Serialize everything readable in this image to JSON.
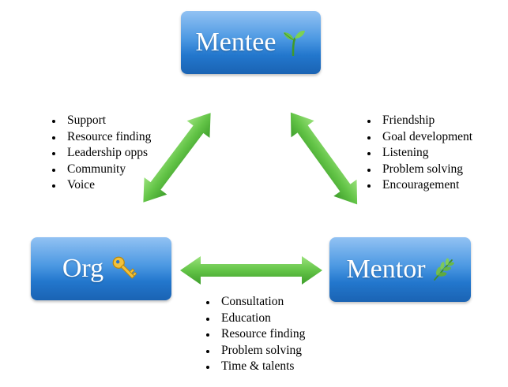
{
  "nodes": {
    "mentee": {
      "label": "Mentee",
      "icon": "seedling-icon"
    },
    "org": {
      "label": "Org",
      "icon": "key-icon"
    },
    "mentor": {
      "label": "Mentor",
      "icon": "herb-icon"
    }
  },
  "relationships": {
    "org_mentee": [
      "Support",
      "Resource finding",
      "Leadership opps",
      "Community",
      "Voice"
    ],
    "mentee_mentor": [
      "Friendship",
      "Goal development",
      "Listening",
      "Problem solving",
      "Encouragement"
    ],
    "org_mentor": [
      "Consultation",
      "Education",
      "Resource finding",
      "Problem solving",
      "Time & talents"
    ]
  },
  "colors": {
    "node_top": "#92c2f3",
    "node_bottom": "#1a63b3",
    "node_text": "#ffffff",
    "arrow_light": "#8fdc6e",
    "arrow_dark": "#3fa02c"
  }
}
